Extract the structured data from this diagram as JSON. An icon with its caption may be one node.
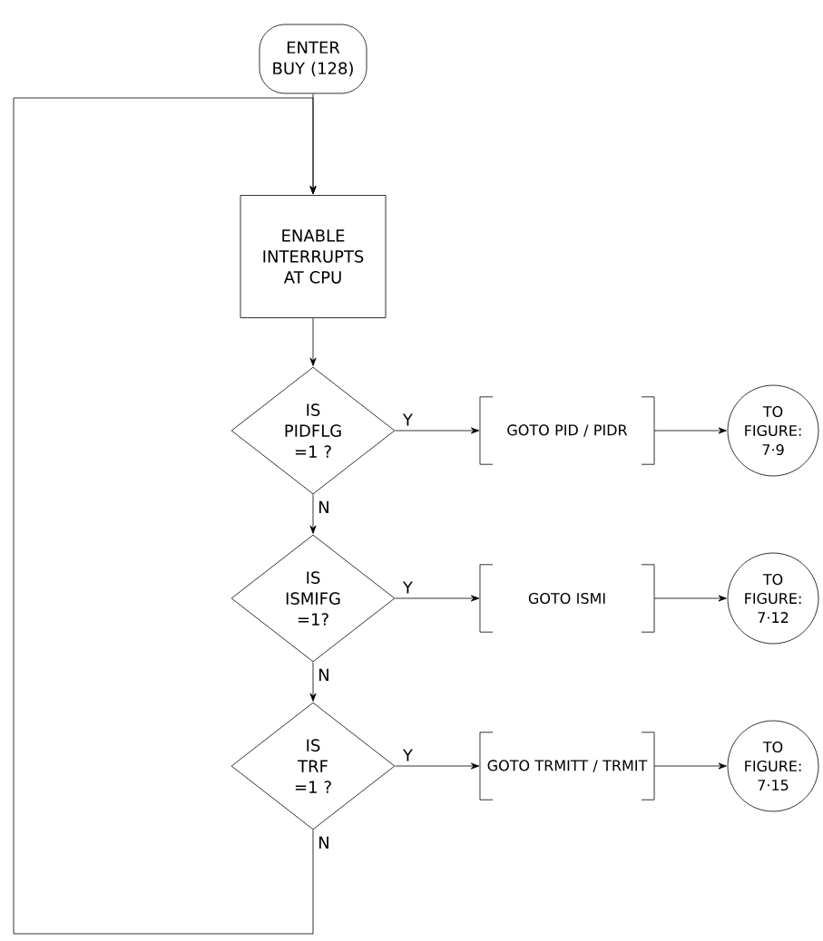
{
  "diagram": {
    "nodes": [
      {
        "text": [
          "ENTER BUY (128)"
        ]
      },
      {
        "text": [
          "ENABLE INTERRUPTS AT CPU"
        ]
      },
      {
        "text": [
          "IS PIDFLG =1 ?"
        ]
      },
      {
        "text": [
          "GOTO PID / PIDR"
        ]
      },
      {
        "text": [
          "TO FIGURE: 7·9"
        ]
      },
      {
        "text": [
          "IS ISMIFG =1?"
        ]
      },
      {
        "text": [
          "GOTO ISMI"
        ]
      },
      {
        "text": [
          "TO FIGURE: 7·12"
        ]
      },
      {
        "text": [
          "IS TRF =1 ?"
        ]
      },
      {
        "text": [
          "GOTO TRMITT / TRMIT"
        ]
      },
      {
        "text": [
          "TO FIGURE: 7·15"
        ]
      }
    ],
    "edges": [
      {
        "from": 0,
        "to": 1,
        "arrow": "to"
      },
      {
        "from": 1,
        "to": 2,
        "arrow": "to"
      },
      {
        "from": 2,
        "to": 3,
        "arrow": "to",
        "label": "Y"
      },
      {
        "from": 3,
        "to": 4,
        "arrow": "to"
      },
      {
        "from": 2,
        "to": 5,
        "arrow": "to",
        "label": "N"
      },
      {
        "from": 5,
        "to": 6,
        "arrow": "to",
        "label": "Y"
      },
      {
        "from": 6,
        "to": 7,
        "arrow": "to"
      },
      {
        "from": 5,
        "to": 8,
        "arrow": "to",
        "label": "N"
      },
      {
        "from": 8,
        "to": 9,
        "arrow": "to",
        "label": "Y"
      },
      {
        "from": 9,
        "to": 10,
        "arrow": "to"
      },
      {
        "from": 8,
        "to": 1,
        "arrow": "to",
        "label": "N"
      }
    ]
  }
}
